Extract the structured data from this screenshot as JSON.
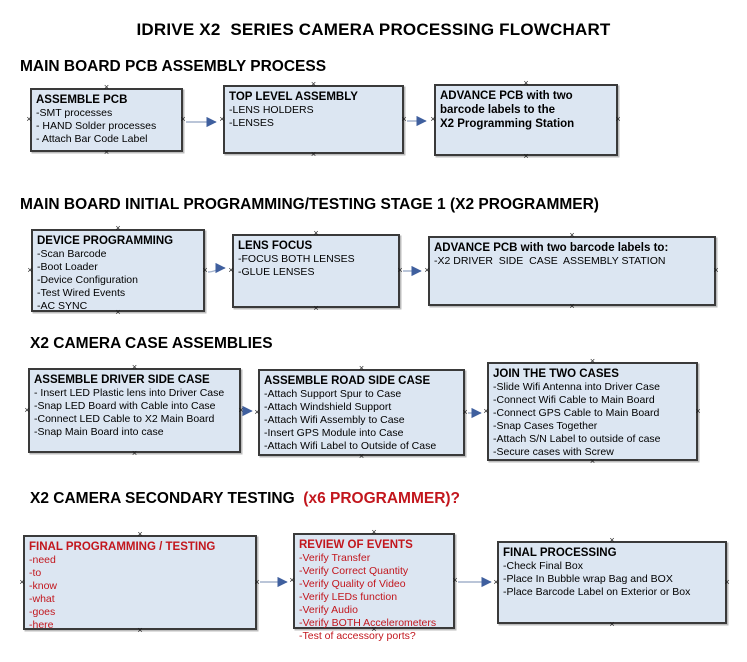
{
  "title": "IDRIVE X2  SERIES CAMERA PROCESSING FLOWCHART",
  "colors": {
    "red_text": "#c2161d",
    "box_fill": "#dce6f2",
    "box_border": "#3a3a3a",
    "arrow_shaft": "#a3b2cc",
    "arrow_head": "#3f5f9e",
    "background": "#ffffff"
  },
  "sections": [
    {
      "heading": "MAIN BOARD PCB ASSEMBLY PROCESS",
      "boxes": [
        {
          "title": "ASSEMBLE PCB",
          "items": [
            "-SMT processes",
            "- HAND Solder processes",
            "- Attach Bar Code Label"
          ]
        },
        {
          "title": "TOP LEVEL ASSEMBLY",
          "items": [
            "-LENS HOLDERS",
            "-LENSES"
          ]
        },
        {
          "title": "ADVANCE PCB with two\nbarcode labels to the\n X2 Programming Station",
          "items": []
        }
      ]
    },
    {
      "heading": "MAIN BOARD INITIAL PROGRAMMING/TESTING STAGE 1 (X2 PROGRAMMER)",
      "boxes": [
        {
          "title": "DEVICE PROGRAMMING",
          "items": [
            "-Scan Barcode",
            "-Boot Loader",
            "-Device Configuration",
            "-Test Wired Events",
            "-AC SYNC"
          ]
        },
        {
          "title": "LENS FOCUS",
          "items": [
            "-FOCUS BOTH LENSES",
            "-GLUE LENSES"
          ]
        },
        {
          "title": "ADVANCE PCB with two barcode labels to:",
          "items": [
            "-X2 DRIVER  SIDE  CASE  ASSEMBLY STATION"
          ]
        }
      ]
    },
    {
      "heading": "X2 CAMERA CASE ASSEMBLIES",
      "boxes": [
        {
          "title": "ASSEMBLE DRIVER SIDE CASE",
          "items": [
            "- Insert LED Plastic lens into Driver Case",
            "-Snap LED Board with Cable into Case",
            "-Connect LED Cable to X2 Main Board",
            "-Snap Main Board into case"
          ]
        },
        {
          "title": "ASSEMBLE ROAD SIDE CASE",
          "items": [
            "-Attach Support Spur to Case",
            "-Attach Windshield Support",
            "-Attach Wifi Assembly to Case",
            "-Insert GPS Module into Case",
            "-Attach Wifi Label to Outside of Case"
          ]
        },
        {
          "title": "JOIN THE TWO CASES",
          "items": [
            "-Slide Wifi Antenna into Driver Case",
            "-Connect Wifi Cable to Main Board",
            "-Connect GPS Cable to Main Board",
            "-Snap Cases Together",
            "-Attach S/N Label to outside of case",
            "-Secure cases with Screw"
          ]
        }
      ]
    },
    {
      "heading": "X2 CAMERA SECONDARY TESTING",
      "heading_red_suffix": "  (x6 PROGRAMMER)?",
      "boxes": [
        {
          "title": "FINAL PROGRAMMING / TESTING",
          "items": [
            "-need",
            "-to",
            "-know",
            "-what",
            "-goes",
            "-here"
          ]
        },
        {
          "title": "REVIEW OF EVENTS",
          "items": [
            "-Verify Transfer",
            "-Verify Correct Quantity",
            "-Verify Quality of Video",
            "-Verify LEDs function",
            "-Verify Audio",
            "-Verify BOTH Accelerometers",
            "-Test of accessory ports?"
          ]
        },
        {
          "title": "FINAL PROCESSING",
          "items": [
            "-Check Final Box",
            "-Place In Bubble wrap Bag and BOX",
            "-Place Barcode Label on Exterior or Box"
          ]
        }
      ]
    }
  ]
}
